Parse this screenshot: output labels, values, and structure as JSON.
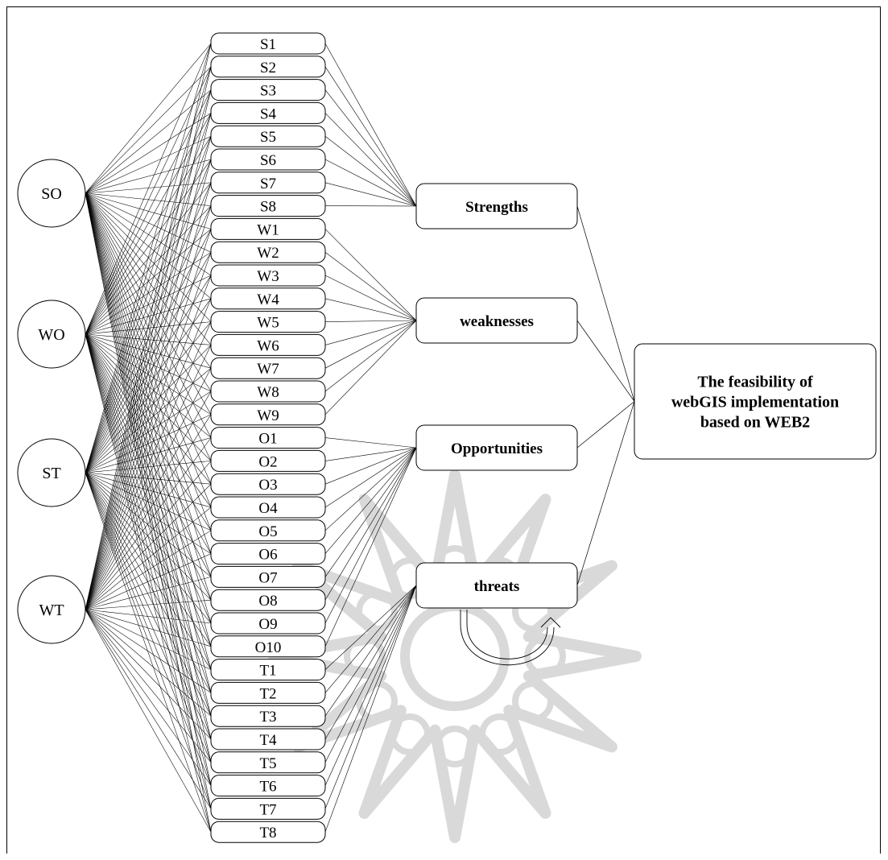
{
  "diagram": {
    "strategies": [
      "SO",
      "WO",
      "ST",
      "WT"
    ],
    "factors": [
      "S1",
      "S2",
      "S3",
      "S4",
      "S5",
      "S6",
      "S7",
      "S8",
      "W1",
      "W2",
      "W3",
      "W4",
      "W5",
      "W6",
      "W7",
      "W8",
      "W9",
      "O1",
      "O2",
      "O3",
      "O4",
      "O5",
      "O6",
      "O7",
      "O8",
      "O9",
      "O10",
      "T1",
      "T2",
      "T3",
      "T4",
      "T5",
      "T6",
      "T7",
      "T8"
    ],
    "criteria": [
      "Strengths",
      "weaknesses",
      "Opportunities",
      "threats"
    ],
    "goal_lines": [
      "The feasibility of",
      "webGIS implementation",
      "based on WEB2"
    ],
    "colors": {
      "line": "#000000",
      "watermark": "#d9d9d9",
      "fill": "#ffffff"
    }
  }
}
